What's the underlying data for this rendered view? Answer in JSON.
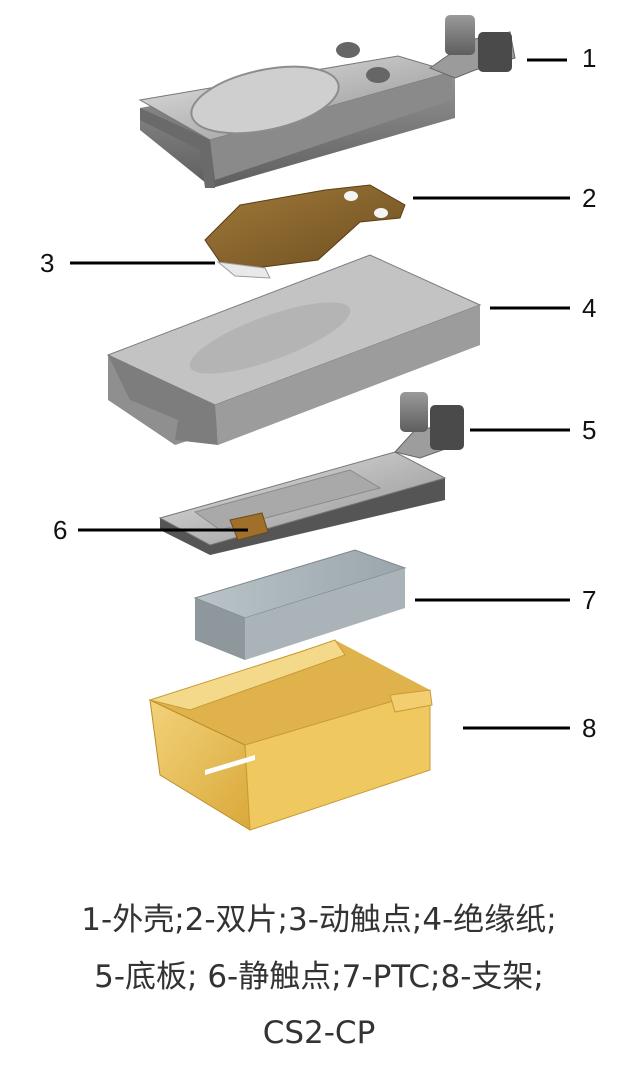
{
  "labels": [
    "1",
    "2",
    "3",
    "4",
    "5",
    "6",
    "7",
    "8"
  ],
  "caption": {
    "line1": "1-外壳;2-双片;3-动触点;4-绝缘纸;",
    "line2": "5-底板; 6-静触点;7-PTC;8-支架;",
    "line3": "CS2-CP"
  }
}
